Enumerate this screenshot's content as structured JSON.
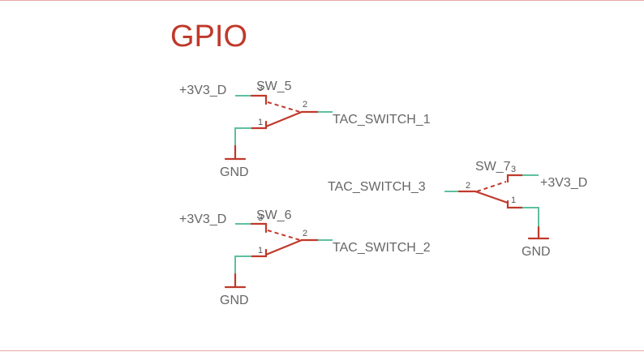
{
  "title": "GPIO",
  "switches": [
    {
      "ref": "SW_5",
      "power_label": "+3V3_D",
      "output_net": "TAC_SWITCH_1",
      "ground_label": "GND",
      "pins": [
        "3",
        "2",
        "1"
      ]
    },
    {
      "ref": "SW_6",
      "power_label": "+3V3_D",
      "output_net": "TAC_SWITCH_2",
      "ground_label": "GND",
      "pins": [
        "3",
        "2",
        "1"
      ]
    },
    {
      "ref": "SW_7",
      "power_label": "+3V3_D",
      "output_net": "TAC_SWITCH_3",
      "ground_label": "GND",
      "pins": [
        "3",
        "2",
        "1"
      ]
    }
  ],
  "colors": {
    "title": "#c0392b",
    "symbol": "#c0392b",
    "wire": "#5fbf9f",
    "label": "#666666",
    "frame": "#e8a8a8"
  }
}
